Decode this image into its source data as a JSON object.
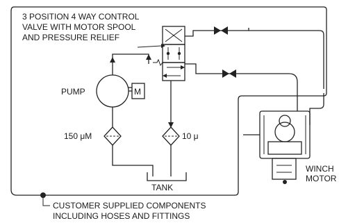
{
  "valve_label": [
    "3 POSITION 4 WAY CONTROL",
    "VALVE WITH MOTOR SPOOL",
    "AND PRESSURE RELIEF"
  ],
  "pump_label": "PUMP",
  "motor_symbol_label": "M",
  "filter_left_label": "150 μM",
  "filter_right_label": "10 μ",
  "tank_label": "TANK",
  "winch_label": [
    "WINCH",
    "MOTOR"
  ],
  "note_label": [
    "CUSTOMER SUPPLIED COMPONENTS",
    "INCLUDING HOSES AND FITTINGS"
  ],
  "icons": [
    "check-valve-icon",
    "filter-icon",
    "pump-icon",
    "tank-icon",
    "winch-motor-icon"
  ]
}
